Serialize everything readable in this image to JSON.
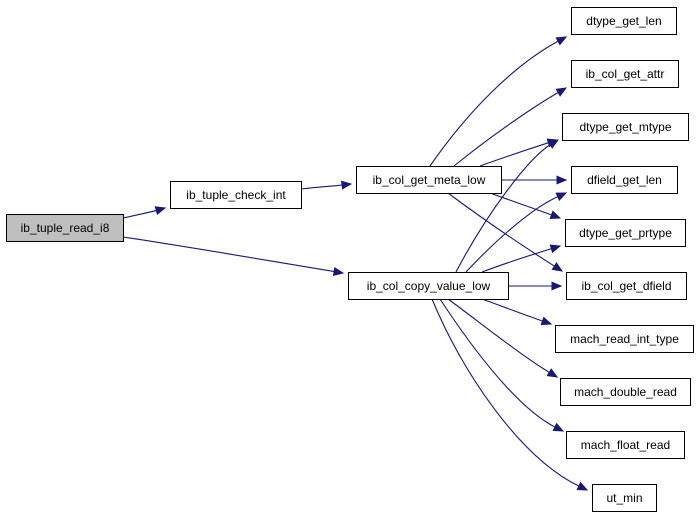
{
  "colors": {
    "edge": "#191970",
    "node_fill": "#ffffff",
    "root_fill": "#bfbfbf",
    "node_border": "#000000"
  },
  "graph": {
    "nodes": [
      {
        "id": "ib_tuple_read_i8",
        "label": "ib_tuple_read_i8",
        "root": true
      },
      {
        "id": "ib_tuple_check_int",
        "label": "ib_tuple_check_int"
      },
      {
        "id": "ib_col_get_meta_low",
        "label": "ib_col_get_meta_low"
      },
      {
        "id": "ib_col_copy_value_low",
        "label": "ib_col_copy_value_low"
      },
      {
        "id": "dtype_get_len",
        "label": "dtype_get_len"
      },
      {
        "id": "ib_col_get_attr",
        "label": "ib_col_get_attr"
      },
      {
        "id": "dtype_get_mtype",
        "label": "dtype_get_mtype"
      },
      {
        "id": "dfield_get_len",
        "label": "dfield_get_len"
      },
      {
        "id": "dtype_get_prtype",
        "label": "dtype_get_prtype"
      },
      {
        "id": "ib_col_get_dfield",
        "label": "ib_col_get_dfield"
      },
      {
        "id": "mach_read_int_type",
        "label": "mach_read_int_type"
      },
      {
        "id": "mach_double_read",
        "label": "mach_double_read"
      },
      {
        "id": "mach_float_read",
        "label": "mach_float_read"
      },
      {
        "id": "ut_min",
        "label": "ut_min"
      }
    ],
    "edges": [
      {
        "from": "ib_tuple_read_i8",
        "to": "ib_tuple_check_int"
      },
      {
        "from": "ib_tuple_read_i8",
        "to": "ib_col_copy_value_low"
      },
      {
        "from": "ib_tuple_check_int",
        "to": "ib_col_get_meta_low"
      },
      {
        "from": "ib_col_get_meta_low",
        "to": "dtype_get_len"
      },
      {
        "from": "ib_col_get_meta_low",
        "to": "ib_col_get_attr"
      },
      {
        "from": "ib_col_get_meta_low",
        "to": "dtype_get_mtype"
      },
      {
        "from": "ib_col_get_meta_low",
        "to": "dfield_get_len"
      },
      {
        "from": "ib_col_get_meta_low",
        "to": "dtype_get_prtype"
      },
      {
        "from": "ib_col_get_meta_low",
        "to": "ib_col_get_dfield"
      },
      {
        "from": "ib_col_copy_value_low",
        "to": "dtype_get_mtype"
      },
      {
        "from": "ib_col_copy_value_low",
        "to": "dfield_get_len"
      },
      {
        "from": "ib_col_copy_value_low",
        "to": "dtype_get_prtype"
      },
      {
        "from": "ib_col_copy_value_low",
        "to": "ib_col_get_dfield"
      },
      {
        "from": "ib_col_copy_value_low",
        "to": "mach_read_int_type"
      },
      {
        "from": "ib_col_copy_value_low",
        "to": "mach_double_read"
      },
      {
        "from": "ib_col_copy_value_low",
        "to": "mach_float_read"
      },
      {
        "from": "ib_col_copy_value_low",
        "to": "ut_min"
      }
    ]
  }
}
